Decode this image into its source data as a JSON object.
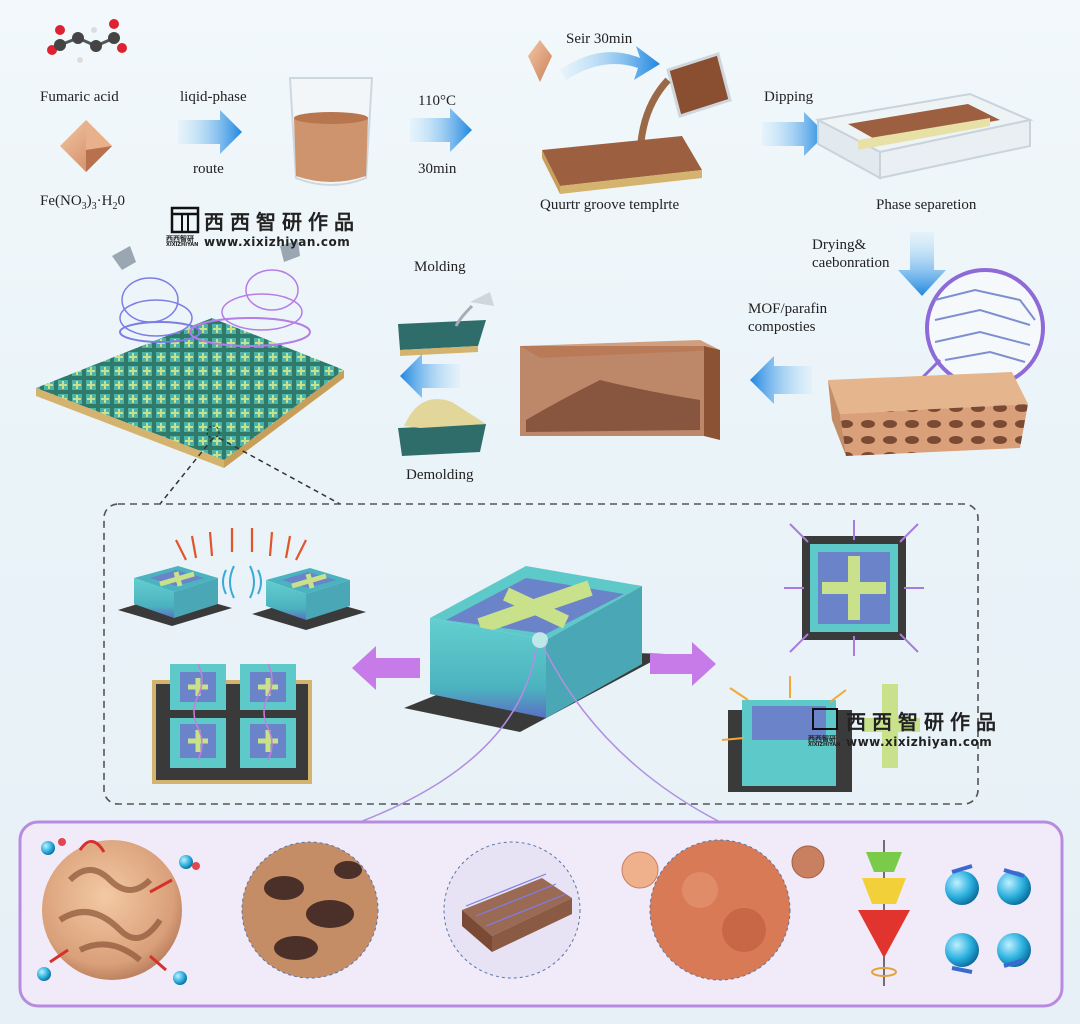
{
  "steps": {
    "fumaric_acid": "Fumaric acid",
    "fe_salt_base": "Fe(NO",
    "fe_salt_sub1": "3",
    "fe_salt_mid": ")",
    "fe_salt_sub2": "3",
    "fe_salt_h": "·H",
    "fe_salt_sub3": "2",
    "fe_salt_end": "0",
    "liquid_phase": "liqid-phase",
    "route": "route",
    "temperature": "110°C",
    "time": "30min",
    "stir": "Seir 30min",
    "template": "Quurtr groove templrte",
    "dipping": "Dipping",
    "phase_separation": "Phase separetion",
    "drying": "Drying&",
    "carbonization": "caebonration",
    "mof_paraffin_1": "MOF/parafin",
    "mof_paraffin_2": "composties",
    "molding": "Molding",
    "demolding": "Demolding"
  },
  "watermark": {
    "cn": "西西智研作品",
    "url": "www.xixizhiyan.com",
    "logo_text": "西西智研",
    "logo_sub": "XIXIZHIYAN"
  },
  "icons": [
    "molecule-icon",
    "crystal-icon",
    "beaker-icon",
    "arrow-icon",
    "sponge-icon",
    "emitter-icon",
    "sphere-icon",
    "cone-icon"
  ],
  "colors": {
    "arrow": "#2f8fe0",
    "purple_arrow": "#c77be8",
    "cyan_box": "#5ec9c9",
    "green_cross": "#c9e18a",
    "panel_border": "#b98be0"
  }
}
